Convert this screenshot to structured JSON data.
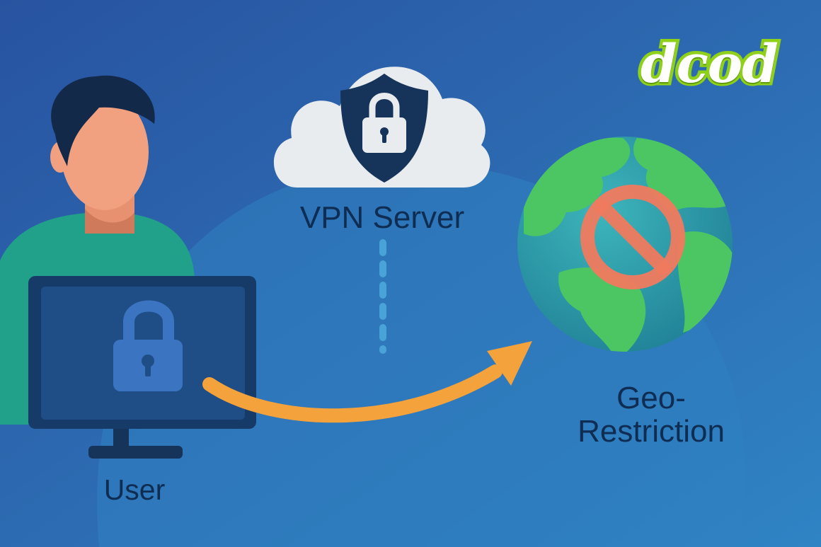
{
  "labels": {
    "user": "User",
    "vpn_server": "VPN Server",
    "geo_restriction_line1": "Geo-",
    "geo_restriction_line2": "Restriction"
  },
  "brand": {
    "logo_text": "dcod"
  },
  "icons": {
    "user": "person-avatar-icon",
    "monitor": "monitor-icon",
    "monitor_lock": "padlock-icon",
    "cloud": "cloud-icon",
    "vpn_shield": "shield-lock-icon",
    "globe": "globe-icon",
    "blocked": "prohibited-icon",
    "connection": "curved-arrow-icon",
    "link": "dashed-line-icon"
  },
  "colors": {
    "background_top": "#2a5aa2",
    "background_bottom": "#2e7bbf",
    "label_text": "#0f2d52",
    "arrow": "#f4a23c",
    "blocked_sign": "#f07a5e",
    "globe_ocean": "#2c9fa8",
    "globe_land": "#4cc563",
    "brand_green": "#8fd11a",
    "cloud": "#e8ecee",
    "shield": "#16345a"
  }
}
